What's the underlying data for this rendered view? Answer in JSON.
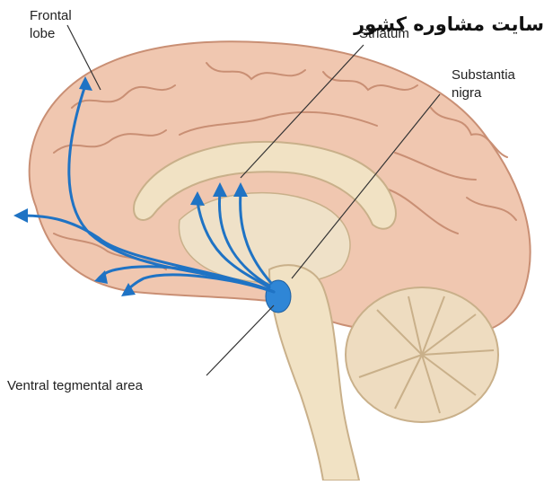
{
  "labels": {
    "frontal_lobe_line1": "Frontal",
    "frontal_lobe_line2": "lobe",
    "striatum": "Striatum",
    "substantia_nigra_line1": "Substantia",
    "substantia_nigra_line2": "nigra",
    "ventral_tegmental_area": "Ventral tegmental area"
  },
  "watermark": "سایت مشاوره کشور",
  "colors": {
    "pathway": "#1f73c4",
    "nucleus": "#2f86d6",
    "cortex": "#f0c7b0",
    "cortex_dark": "#c98f74",
    "midline": "#f1e2c4",
    "cerebellum": "#eedcc0",
    "label_line": "#333333"
  }
}
